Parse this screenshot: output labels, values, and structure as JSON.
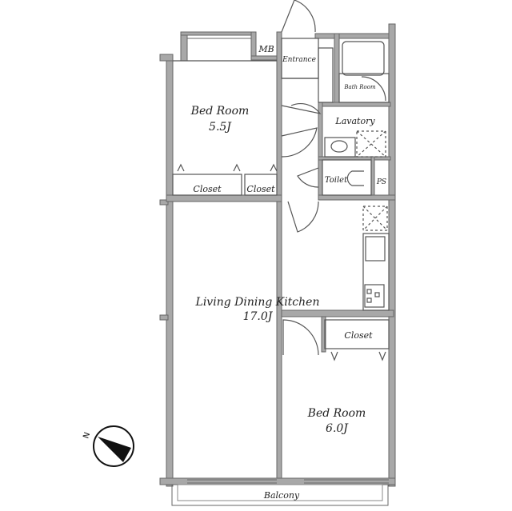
{
  "floorplan": {
    "rooms": {
      "bedroom_1": {
        "label": "Bed Room",
        "size": "5.5J"
      },
      "bedroom_2": {
        "label": "Bed Room",
        "size": "6.0J"
      },
      "ldk": {
        "label": "Living Dining Kitchen",
        "size": "17.0J"
      },
      "entrance": {
        "label": "Entrance"
      },
      "bathroom": {
        "label": "Bath Room"
      },
      "lavatory": {
        "label": "Lavatory"
      },
      "toilet": {
        "label": "Toilet"
      },
      "ps": {
        "label": "PS"
      },
      "mb": {
        "label": "MB"
      },
      "closet_1": {
        "label": "Closet"
      },
      "closet_2": {
        "label": "Closet"
      },
      "closet_3": {
        "label": "Closet"
      },
      "balcony": {
        "label": "Balcony"
      }
    },
    "compass": {
      "label": "N"
    },
    "colors": {
      "wall": "#9a9a9a",
      "line": "#555555",
      "text": "#222222"
    }
  }
}
